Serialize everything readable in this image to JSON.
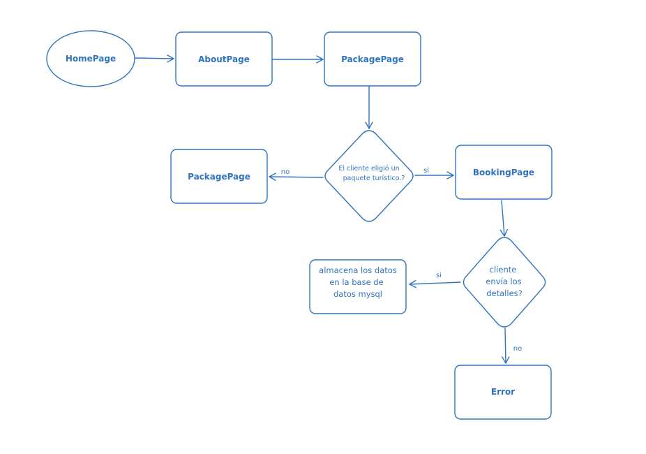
{
  "nodes": {
    "home": {
      "label": "HomePage"
    },
    "about": {
      "label": "AboutPage"
    },
    "package_top": {
      "label": "PackagePage"
    },
    "package_left": {
      "label": "PackagePage"
    },
    "decision_package": {
      "lines": [
        "El cliente eligió un",
        "paquete turístico.?"
      ]
    },
    "booking": {
      "label": "BookingPage"
    },
    "decision_details": {
      "lines": [
        "cliente",
        "envía los",
        "detalles?"
      ]
    },
    "store": {
      "lines": [
        "almacena los datos",
        "en la base de",
        "datos mysql"
      ]
    },
    "error": {
      "label": "Error"
    }
  },
  "edges": {
    "pkg_no": "no",
    "pkg_si": "si",
    "det_si": "si",
    "det_no": "no"
  },
  "colors": {
    "stroke": "#2f74c0",
    "background": "#ffffff"
  }
}
